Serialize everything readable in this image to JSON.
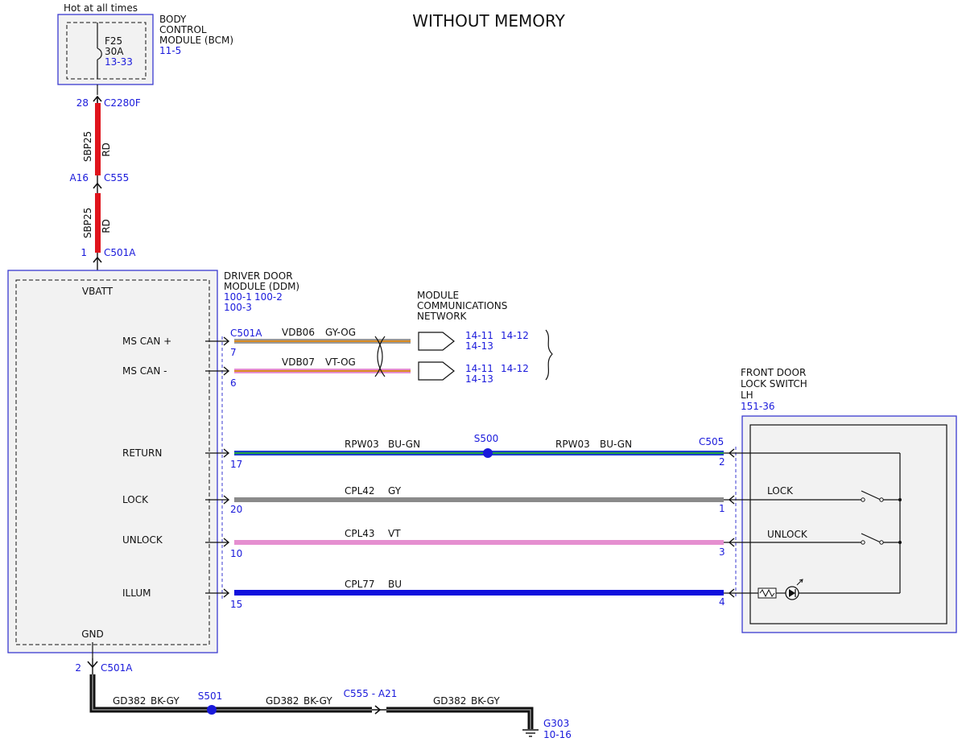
{
  "title": "WITHOUT MEMORY",
  "colors": {
    "ref": "#1a1adb",
    "module_border": "#3a3ad0",
    "module_fill": "#f0f0f0",
    "red": "#e0141c",
    "gy_og_outer": "#999999",
    "gy_og_inner": "#d98a1f",
    "vt": "#e58fd0",
    "bu_gn_outer": "#1f3fcf",
    "bu_gn_inner": "#20a040",
    "gy": "#8a8a8a",
    "bu": "#1010dd",
    "bk_gy_outer": "#111111",
    "bk_gy_inner": "#888888"
  },
  "supply": {
    "label": "Hot at all times",
    "fuse_name": "F25",
    "fuse_rating": "30A",
    "fuse_ref": "13-33",
    "icon": "fuse-icon"
  },
  "bcm": {
    "line1": "BODY",
    "line2": "CONTROL",
    "line3": "MODULE (BCM)",
    "ref": "11-5"
  },
  "feed": {
    "c2280f": {
      "pin": "28",
      "name": "C2280F"
    },
    "seg1": {
      "circuit": "SBP25",
      "color": "RD"
    },
    "c555": {
      "pin": "A16",
      "name": "C555"
    },
    "seg2": {
      "circuit": "SBP25",
      "color": "RD"
    },
    "c501a": {
      "pin": "1",
      "name": "C501A"
    }
  },
  "ddm": {
    "line1": "DRIVER DOOR",
    "line2": "MODULE (DDM)",
    "ref1": "100-1",
    "ref2": "100-2",
    "ref3": "100-3",
    "vbatt": "VBATT",
    "gnd": "GND",
    "connector": "C501A"
  },
  "network": {
    "line1": "MODULE",
    "line2": "COMMUNICATIONS",
    "line3": "NETWORK"
  },
  "can": [
    {
      "label": "MS CAN +",
      "pin": "7",
      "circuit": "VDB06",
      "color": "GY-OG",
      "ref_a": "14-11",
      "ref_b": "14-12",
      "ref_c": "14-13"
    },
    {
      "label": "MS CAN -",
      "pin": "6",
      "circuit": "VDB07",
      "color": "VT-OG",
      "ref_a": "14-11",
      "ref_b": "14-12",
      "ref_c": "14-13"
    }
  ],
  "return_circuit": {
    "label": "RETURN",
    "pin_left": "17",
    "circuit_left": "RPW03",
    "color_left": "BU-GN",
    "splice": "S500",
    "circuit_right": "RPW03",
    "color_right": "BU-GN",
    "connector_right": "C505",
    "pin_right": "2"
  },
  "lock": {
    "label": "LOCK",
    "pin_left": "20",
    "circuit": "CPL42",
    "color": "GY",
    "pin_right": "1",
    "switch_label": "LOCK"
  },
  "unlock": {
    "label": "UNLOCK",
    "pin_left": "10",
    "circuit": "CPL43",
    "color": "VT",
    "pin_right": "3",
    "switch_label": "UNLOCK"
  },
  "illum": {
    "label": "ILLUM",
    "pin_left": "15",
    "circuit": "CPL77",
    "color": "BU",
    "pin_right": "4"
  },
  "switch_module": {
    "line1": "FRONT DOOR",
    "line2": "LOCK SWITCH",
    "line3": "LH",
    "ref": "151-36"
  },
  "ground": {
    "pin": "2",
    "connector": "C501A",
    "seg1_circuit": "GD382",
    "seg1_color": "BK-GY",
    "splice": "S501",
    "seg2_circuit": "GD382",
    "seg2_color": "BK-GY",
    "inline_connector": "C555  -  A21",
    "seg3_circuit": "GD382",
    "seg3_color": "BK-GY",
    "ground_name": "G303",
    "ground_ref": "10-16"
  }
}
